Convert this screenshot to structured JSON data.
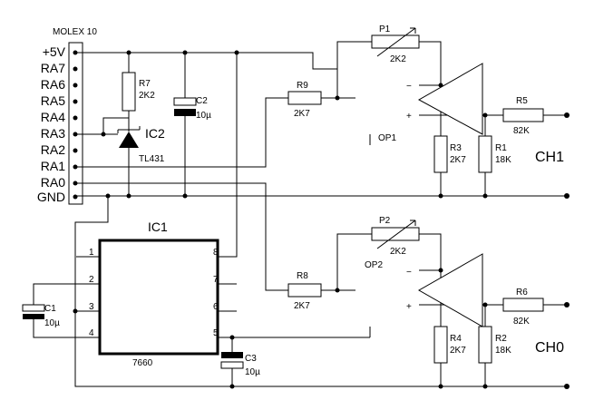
{
  "connector": {
    "title": "MOLEX 10",
    "pins": [
      "+5V",
      "RA7",
      "RA6",
      "RA5",
      "RA4",
      "RA3",
      "RA2",
      "RA1",
      "RA0",
      "GND"
    ]
  },
  "resistors": {
    "r7": {
      "name": "R7",
      "value": "2K2"
    },
    "r9": {
      "name": "R9",
      "value": "2K7"
    },
    "r8": {
      "name": "R8",
      "value": "2K7"
    },
    "r5": {
      "name": "R5",
      "value": "82K"
    },
    "r6": {
      "name": "R6",
      "value": "82K"
    },
    "r3": {
      "name": "R3",
      "value": "2K7"
    },
    "r1": {
      "name": "R1",
      "value": "18K"
    },
    "r4": {
      "name": "R4",
      "value": "2K7"
    },
    "r2": {
      "name": "R2",
      "value": "18K"
    }
  },
  "pots": {
    "p1": {
      "name": "P1",
      "value": "2K2"
    },
    "p2": {
      "name": "P2",
      "value": "2K2"
    }
  },
  "capacitors": {
    "c1": {
      "name": "C1",
      "value": "10µ"
    },
    "c2": {
      "name": "C2",
      "value": "10µ"
    },
    "c3": {
      "name": "C3",
      "value": "10µ"
    }
  },
  "ic2": {
    "name": "IC2",
    "part": "TL431"
  },
  "ic1": {
    "name": "IC1",
    "part": "7660",
    "pin_numbers": [
      "1",
      "2",
      "3",
      "4",
      "5",
      "6",
      "7",
      "8"
    ]
  },
  "opamps": {
    "op1": {
      "name": "OP1",
      "minus": "−",
      "plus": "+"
    },
    "op2": {
      "name": "OP2",
      "minus": "−",
      "plus": "+"
    }
  },
  "channels": {
    "ch1": "CH1",
    "ch0": "CH0"
  }
}
